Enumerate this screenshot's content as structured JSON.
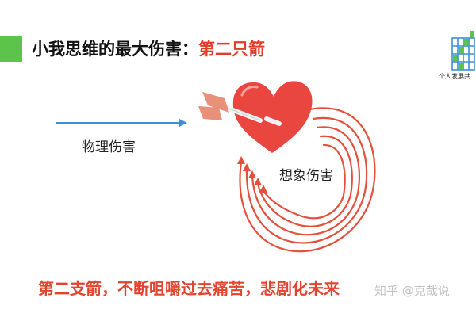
{
  "title": {
    "prefix": "小我思维的最大伤害：",
    "highlight": "第二只箭"
  },
  "logo": {
    "text": "个人发展共",
    "accent_colors": [
      "#5cc44a",
      "#3f8fd8"
    ]
  },
  "diagram": {
    "left_label": "物理伤害",
    "right_label": "想象伤害",
    "icons": [
      "heart-icon",
      "arrow-icon",
      "circular-arrows-icon"
    ],
    "colors": {
      "arrow_line": "#3f8fd8",
      "heart": "#e8463f",
      "circular_arrows": "#e5503c"
    }
  },
  "caption": "第二支箭，不断咀嚼过去痛苦，悲剧化未来",
  "watermark": "知乎 @克哉说",
  "colors": {
    "accent_bar": "#5cc44a",
    "title_highlight": "#e43b2c",
    "caption": "#e2452f"
  }
}
